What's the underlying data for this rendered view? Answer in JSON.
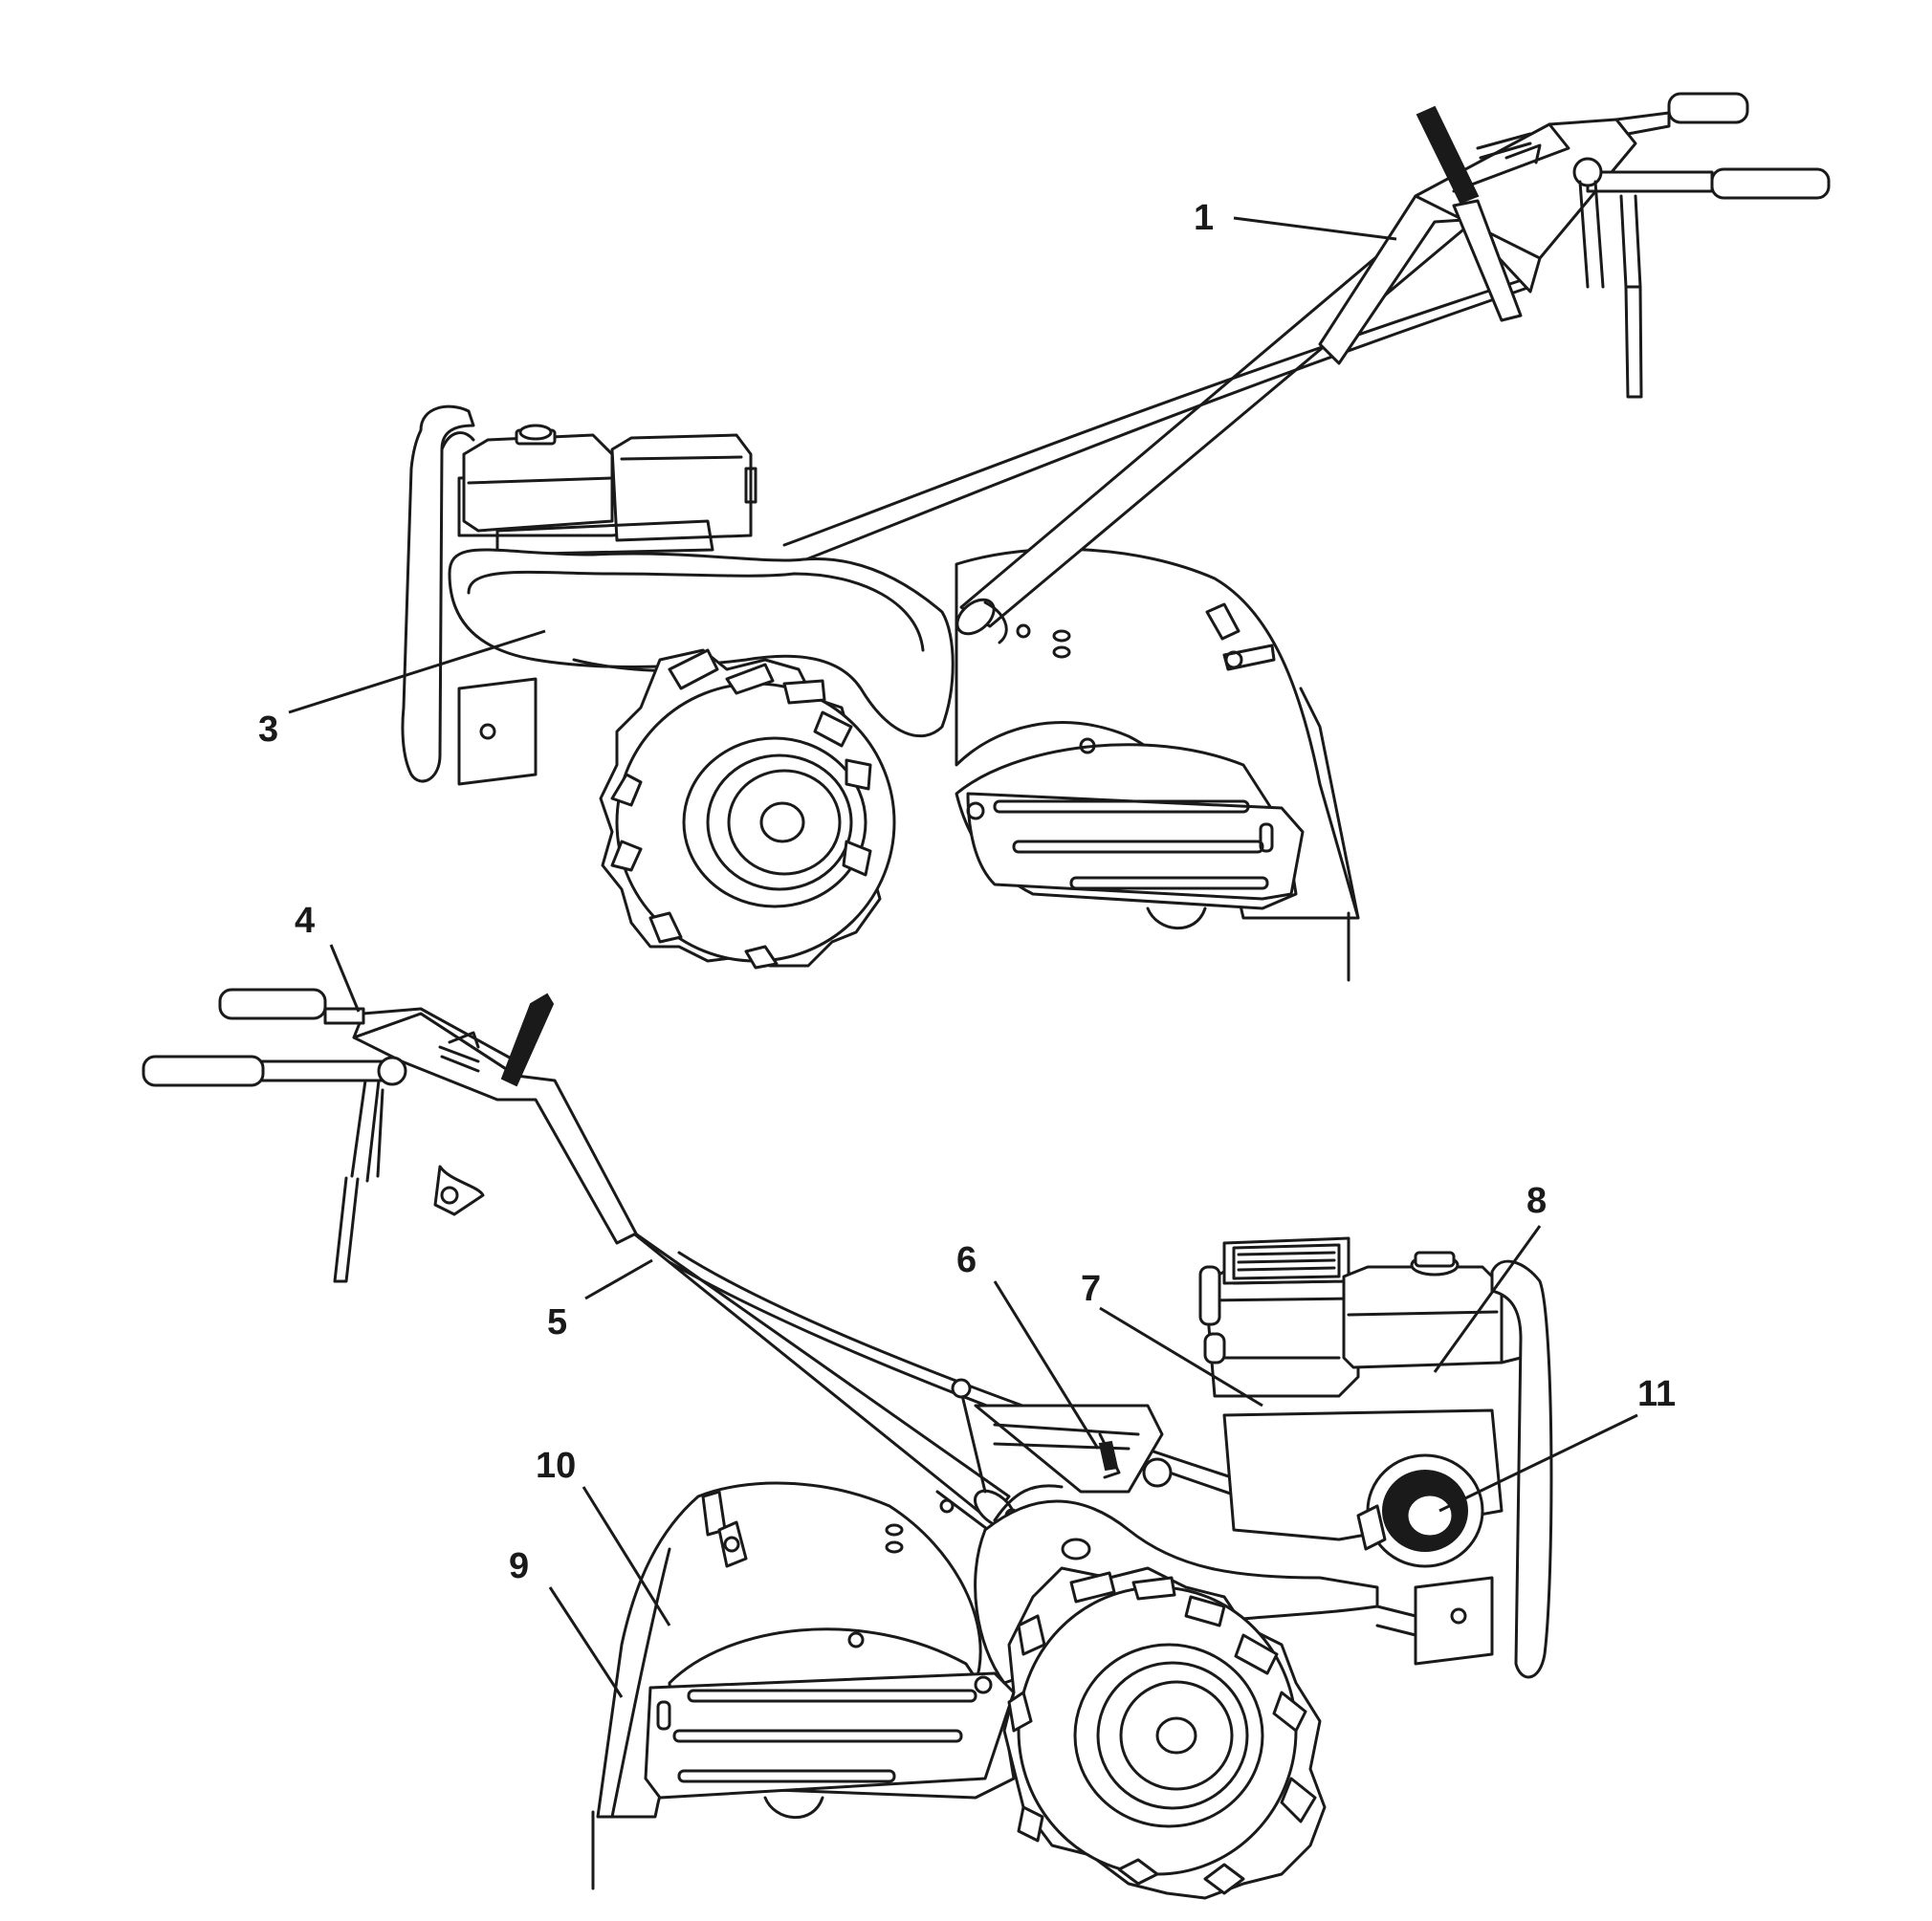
{
  "callouts": {
    "c1": "1",
    "c3": "3",
    "c4": "4",
    "c5": "5",
    "c6": "6",
    "c7": "7",
    "c8": "8",
    "c9": "9",
    "c10": "10",
    "c11": "11"
  }
}
